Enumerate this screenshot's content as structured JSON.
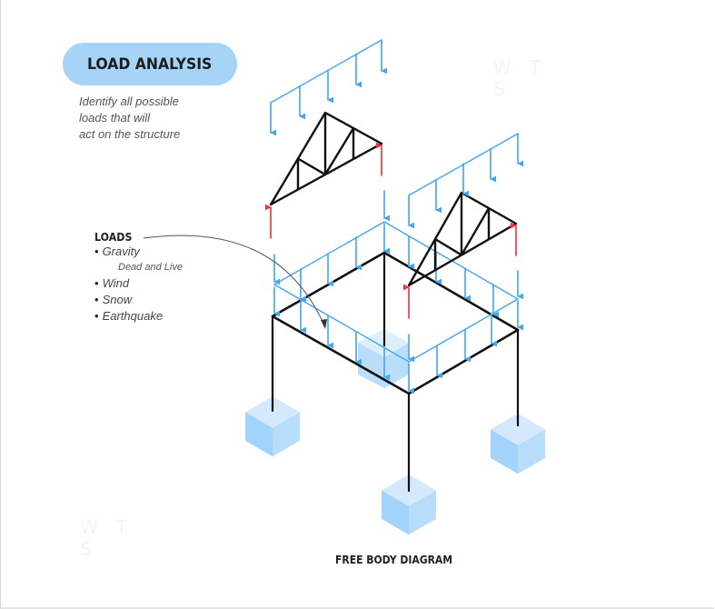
{
  "title": "LOAD ANALYSIS",
  "subtitle_lines": [
    "Identify all possible",
    "loads that will",
    "act on the structure"
  ],
  "loads": {
    "heading": "LOADS",
    "bullet_glyph": "•",
    "items": [
      {
        "label": "Gravity",
        "sub": "Dead and Live"
      },
      {
        "label": "Wind"
      },
      {
        "label": "Snow"
      },
      {
        "label": "Earthquake"
      }
    ]
  },
  "caption": "FREE BODY DIAGRAM",
  "watermark": {
    "line1": "WT",
    "line2": "S"
  },
  "colors": {
    "pill": "#a5d4f7",
    "load_arrow": "#42a5f0",
    "reaction_arrow": "#f22f3c",
    "member": "#111111",
    "footing_top": "#d4eafc",
    "footing_left": "#a2d3fa",
    "footing_right": "#b8ddfb",
    "leader": "#555555"
  },
  "icons": {
    "load_arrow": "arrow-down-icon",
    "reaction_arrow": "arrow-up-icon",
    "footing": "cube-icon",
    "truss": "truss-icon"
  }
}
